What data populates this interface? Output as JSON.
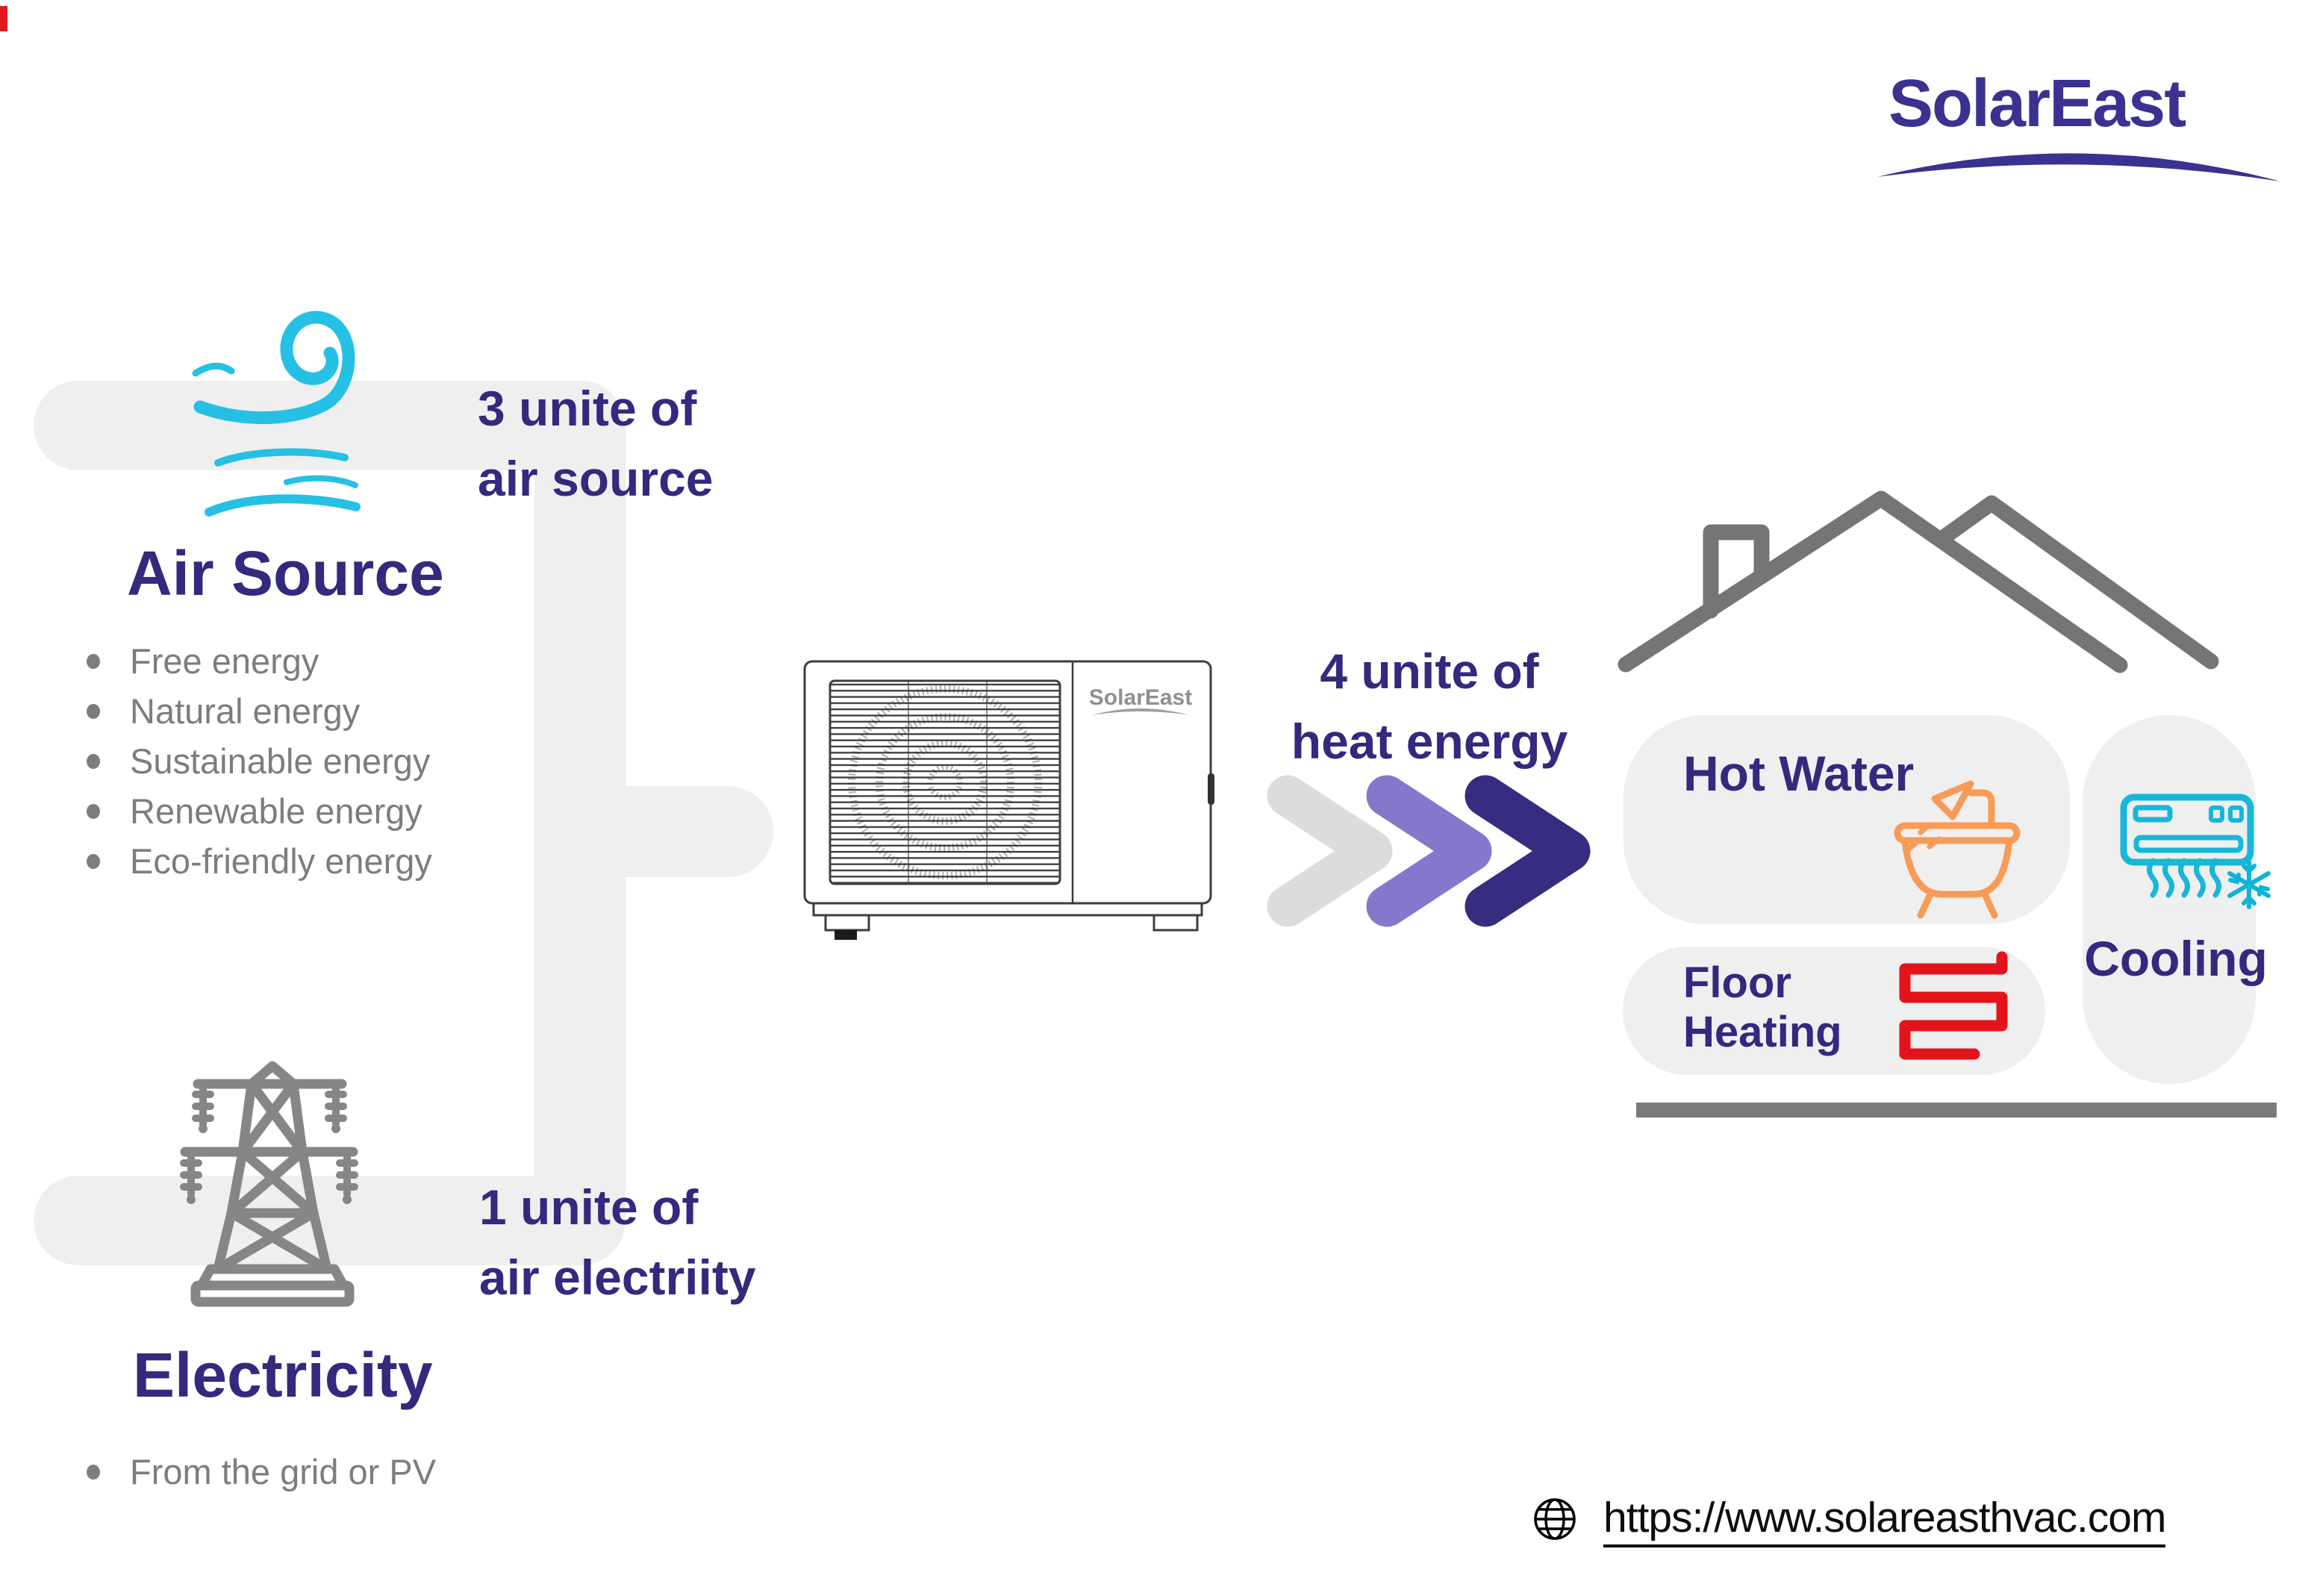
{
  "brand": {
    "logo_text": "SolarEast",
    "website_url": "https://www.solareasthvac.com"
  },
  "air_source": {
    "annotation_line1": "3 unite of",
    "annotation_line2": "air source",
    "title": "Air Source",
    "bullets": [
      "Free energy",
      "Natural energy",
      "Sustainable energy",
      "Renewable energy",
      "Eco-friendly energy"
    ]
  },
  "electricity": {
    "annotation_line1": "1 unite of",
    "annotation_line2": "air electriity",
    "title": "Electricity",
    "bullet": "From the grid or PV"
  },
  "heat_pump": {
    "label": "SolarEast"
  },
  "heat_output": {
    "annotation_line1": "4 unite of",
    "annotation_line2": "heat energy"
  },
  "house": {
    "hot_water_label": "Hot Water",
    "floor_heating_line1": "Floor",
    "floor_heating_line2": "Heating",
    "cooling_label": "Cooling"
  },
  "colors": {
    "indigo_text": "#33297e",
    "logo_indigo": "#3a3191",
    "wind_cyan": "#25c0e4",
    "ac_cyan": "#16b7d9",
    "bathtub_orange": "#f89b56",
    "coil_red": "#e3131b",
    "band_gray": "#efefef",
    "bullet_gray": "#7d7d7d",
    "roof_gray": "#757575",
    "chevron_gray": "#dcdcdc",
    "chevron_purple": "#8478cc",
    "chevron_indigo": "#362c80"
  }
}
